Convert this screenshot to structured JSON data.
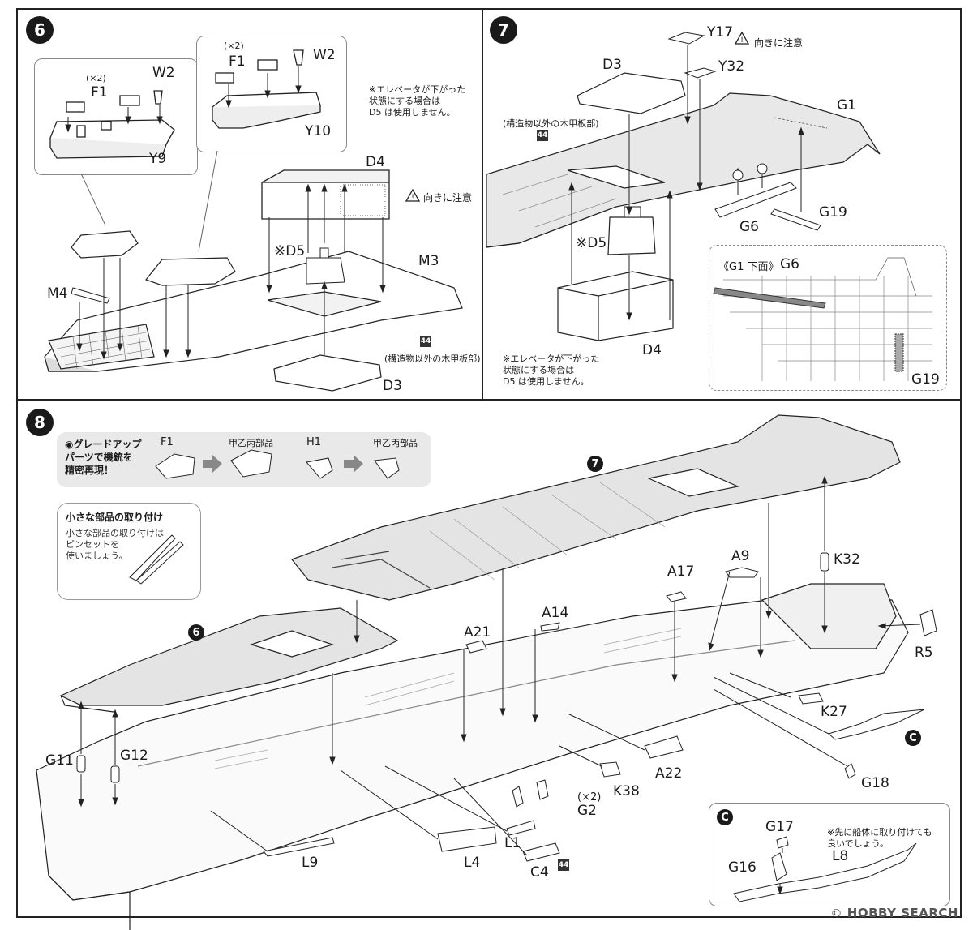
{
  "step6": {
    "number": "6",
    "detail_left": {
      "multiplier": "(×2)",
      "f1": "F1",
      "w2": "W2",
      "y9": "Y9"
    },
    "detail_right": {
      "multiplier": "(×2)",
      "f1": "F1",
      "w2": "W2",
      "y10": "Y10"
    },
    "note": "※エレベータが下がった\n状態にする場合は\nD5 は使用しません。",
    "labels": {
      "d4": "D4",
      "d5": "※D5",
      "m3": "M3",
      "m4": "M4",
      "d3": "D3"
    },
    "warning": "向きに注意",
    "badge": "44",
    "deck_note": "(構造物以外の木甲板部)"
  },
  "step7": {
    "number": "7",
    "labels": {
      "y17": "Y17",
      "y32": "Y32",
      "d3": "D3",
      "g1": "G1",
      "d5": "※D5",
      "g6": "G6",
      "g19": "G19",
      "d4": "D4"
    },
    "warning": "向きに注意",
    "deck_note": "(構造物以外の木甲板部)",
    "badge": "44",
    "note": "※エレベータが下がった\n状態にする場合は\nD5 は使用しません。",
    "detail_title": "《G1 下面》",
    "detail_g6": "G6",
    "detail_g19": "G19"
  },
  "step8": {
    "number": "8",
    "upgrade_title": "◉グレードアップ\nパーツで機銃を\n精密再現！",
    "upgrade_f1": "F1",
    "upgrade_f1_result": "甲乙丙部品",
    "upgrade_h1": "H1",
    "upgrade_h1_result": "甲乙丙部品",
    "tip_title": "小さな部品の取り付け",
    "tip_body": "小さな部品の取り付けは\nピンセットを\n使いましょう。",
    "chip7": "7",
    "chip6": "6",
    "labels": {
      "a9": "A9",
      "k32": "K32",
      "a17": "A17",
      "a14": "A14",
      "a21": "A21",
      "r5": "R5",
      "k27": "K27",
      "g18": "G18",
      "a22": "A22",
      "k38": "K38",
      "g11": "G11",
      "g12": "G12",
      "g2": "G2",
      "g2_mult": "(×2)",
      "l9": "L9",
      "l4": "L4",
      "l1": "L1",
      "c4": "C4"
    },
    "badge": "44",
    "c_marker": "C",
    "c_detail": {
      "marker": "C",
      "g17": "G17",
      "g16": "G16",
      "l8": "L8",
      "note": "※先に船体に取り付けても\n良いでしょう。"
    }
  },
  "watermark": {
    "brand": "HOBBY SEARCH",
    "mark": "©"
  }
}
